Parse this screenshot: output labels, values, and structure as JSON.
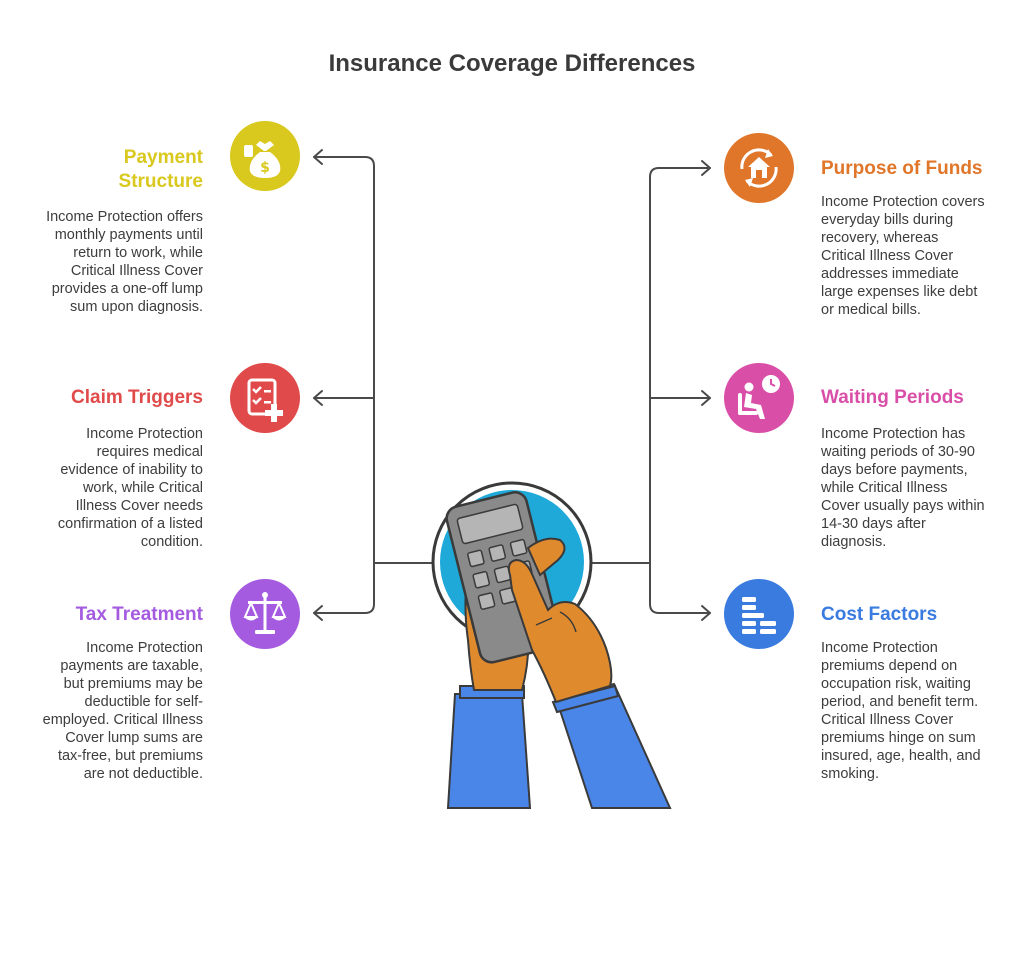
{
  "title": "Insurance Coverage Differences",
  "colors": {
    "payment": "#d9c81e",
    "claim": "#e04a4a",
    "tax": "#a55be0",
    "purpose": "#e0762a",
    "waiting": "#d94fa8",
    "cost": "#3a7be0",
    "connector": "#4a4a4a"
  },
  "items": [
    {
      "heading": "Payment\nStructure",
      "icon": "money-bag-icon",
      "description": "Income Protection offers monthly payments until return to work, while Critical Illness Cover provides a one-off lump sum upon diagnosis."
    },
    {
      "heading": "Claim Triggers",
      "icon": "checklist-medical-icon",
      "description": "Income Protection requires medical evidence of inability to work, while Critical Illness Cover needs confirmation of a listed condition."
    },
    {
      "heading": "Tax Treatment",
      "icon": "scale-icon",
      "description": "Income Protection payments are taxable, but premiums may be deductible for self-employed. Critical Illness Cover lump sums are tax-free, but premiums are not deductible."
    },
    {
      "heading": "Purpose of Funds",
      "icon": "house-cycle-icon",
      "description": "Income Protection covers everyday bills during recovery, whereas Critical Illness Cover addresses immediate large expenses like debt or medical bills."
    },
    {
      "heading": "Waiting Periods",
      "icon": "waiting-person-clock-icon",
      "description": "Income Protection has waiting periods of 30-90 days before payments, while Critical Illness Cover usually pays within 14-30 days after diagnosis."
    },
    {
      "heading": "Cost Factors",
      "icon": "cost-bars-icon",
      "description": "Income Protection premiums depend on occupation risk, waiting period, and benefit term. Critical Illness Cover premiums hinge on sum insured, age, health, and smoking."
    }
  ]
}
